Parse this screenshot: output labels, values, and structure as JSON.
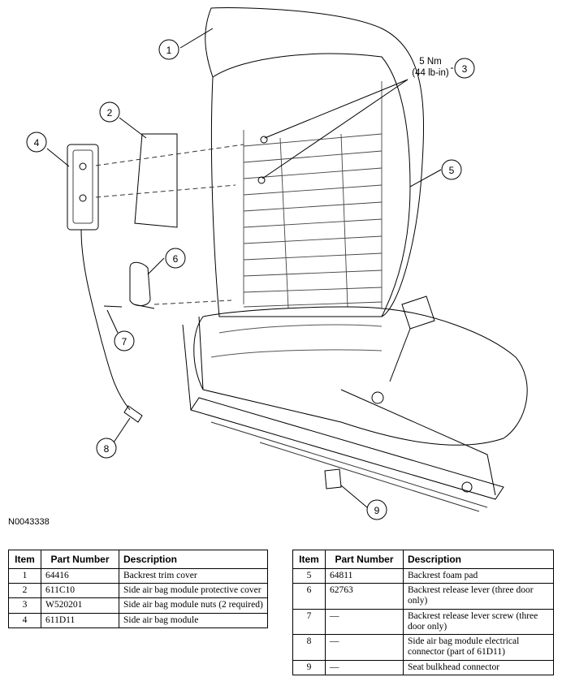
{
  "diagram": {
    "figure_id": "N0043338",
    "torque_value": "5 Nm",
    "torque_value_imperial": "(44 lb-in)",
    "callouts": [
      "1",
      "2",
      "3",
      "4",
      "5",
      "6",
      "7",
      "8",
      "9"
    ]
  },
  "table_headers": {
    "item": "Item",
    "part_number": "Part Number",
    "description": "Description"
  },
  "parts_left": [
    {
      "item": "1",
      "part_number": "64416",
      "description": "Backrest trim cover"
    },
    {
      "item": "2",
      "part_number": "611C10",
      "description": "Side air bag module protective cover"
    },
    {
      "item": "3",
      "part_number": "W520201",
      "description": "Side air bag module nuts (2 required)"
    },
    {
      "item": "4",
      "part_number": "611D11",
      "description": "Side air bag module"
    }
  ],
  "parts_right": [
    {
      "item": "5",
      "part_number": "64811",
      "description": "Backrest foam pad"
    },
    {
      "item": "6",
      "part_number": "62763",
      "description": "Backrest release lever (three door only)"
    },
    {
      "item": "7",
      "part_number": "—",
      "description": "Backrest release lever screw (three door only)"
    },
    {
      "item": "8",
      "part_number": "—",
      "description": "Side air bag module electrical connector (part of 61D11)"
    },
    {
      "item": "9",
      "part_number": "—",
      "description": "Seat bulkhead connector"
    }
  ]
}
